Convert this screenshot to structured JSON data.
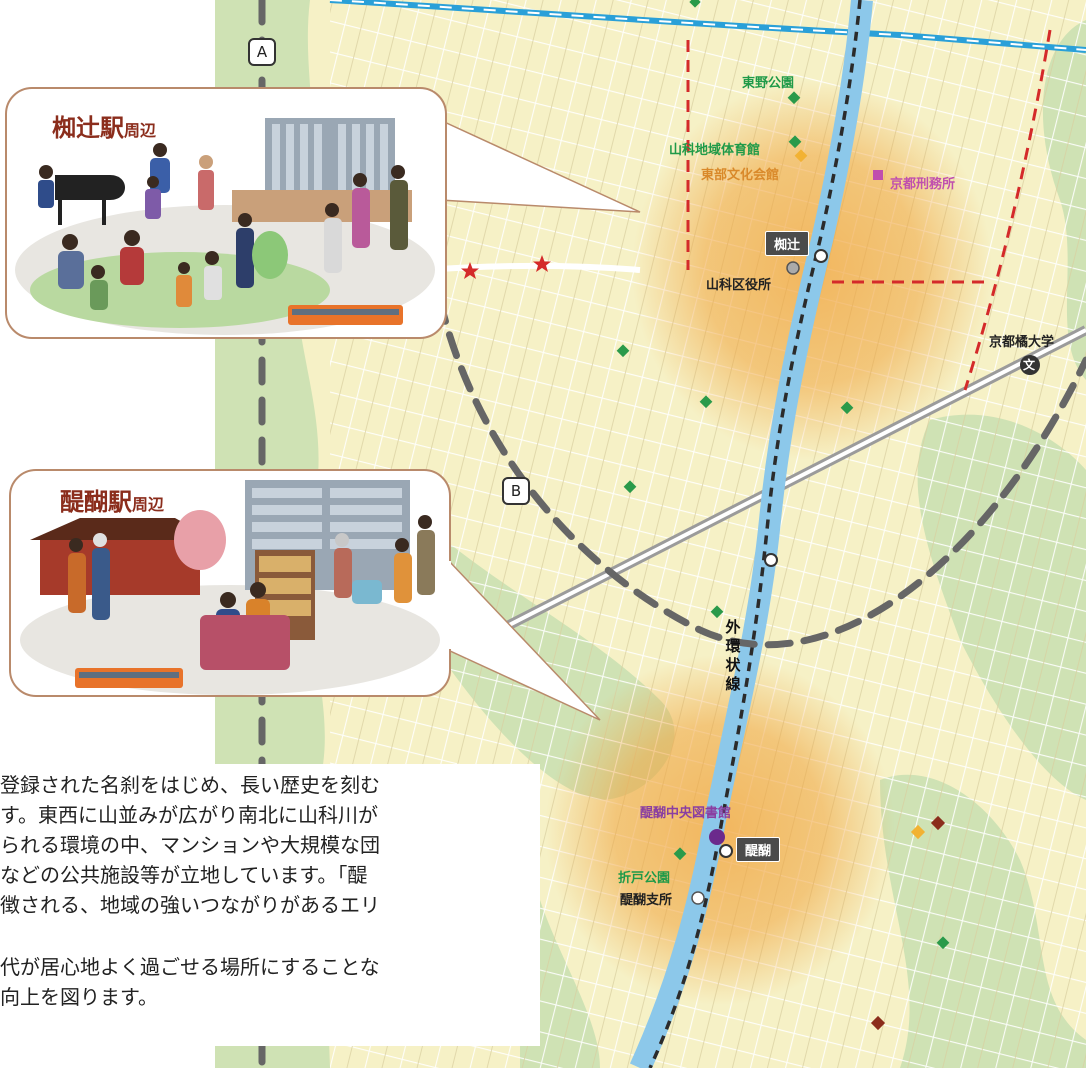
{
  "route_badges": {
    "a": "A",
    "b": "B"
  },
  "line_label": [
    "外",
    "環",
    "状",
    "線"
  ],
  "stations": {
    "nagitsuji": "椥辻",
    "daigo": "醍醐"
  },
  "places": {
    "higashino_park": "東野公園",
    "yamashina_gym": "山科地域体育館",
    "tobu_culture_hall": "東部文化会館",
    "prison": "京都刑務所",
    "ward_office": "山科区役所",
    "tachibana_univ": "京都橘大学",
    "univ_symbol": "文",
    "daigo_library": "醍醐中央図書館",
    "orito_park": "折戸公園",
    "daigo_branch": "醍醐支所"
  },
  "callouts": {
    "nagitsuji": {
      "name": "椥辻駅",
      "suffix": "周辺"
    },
    "daigo": {
      "name": "醍醐駅",
      "suffix": "周辺"
    }
  },
  "description": {
    "lines": [
      "登録された名刹をはじめ、長い歴史を刻む",
      "す。東西に山並みが広がり南北に山科川が",
      "られる環境の中、マンションや大規模な団",
      "などの公共施設等が立地しています。「醍",
      "徴される、地域の強いつながりがあるエリ",
      "",
      "代が居心地よく過ごせる場所にすることな",
      "向上を図ります。"
    ]
  },
  "colors": {
    "map_bg": "#f6f1c6",
    "green_area": "#cfe2b4",
    "river": "#8cc8ea",
    "subway_dash": "#2b2b2b",
    "ring_road": "#666666",
    "boundary": "#d42a2a",
    "rail": "#2aa0d8",
    "heat": "#f0a33c",
    "callout_title": "#8b2d1c"
  }
}
